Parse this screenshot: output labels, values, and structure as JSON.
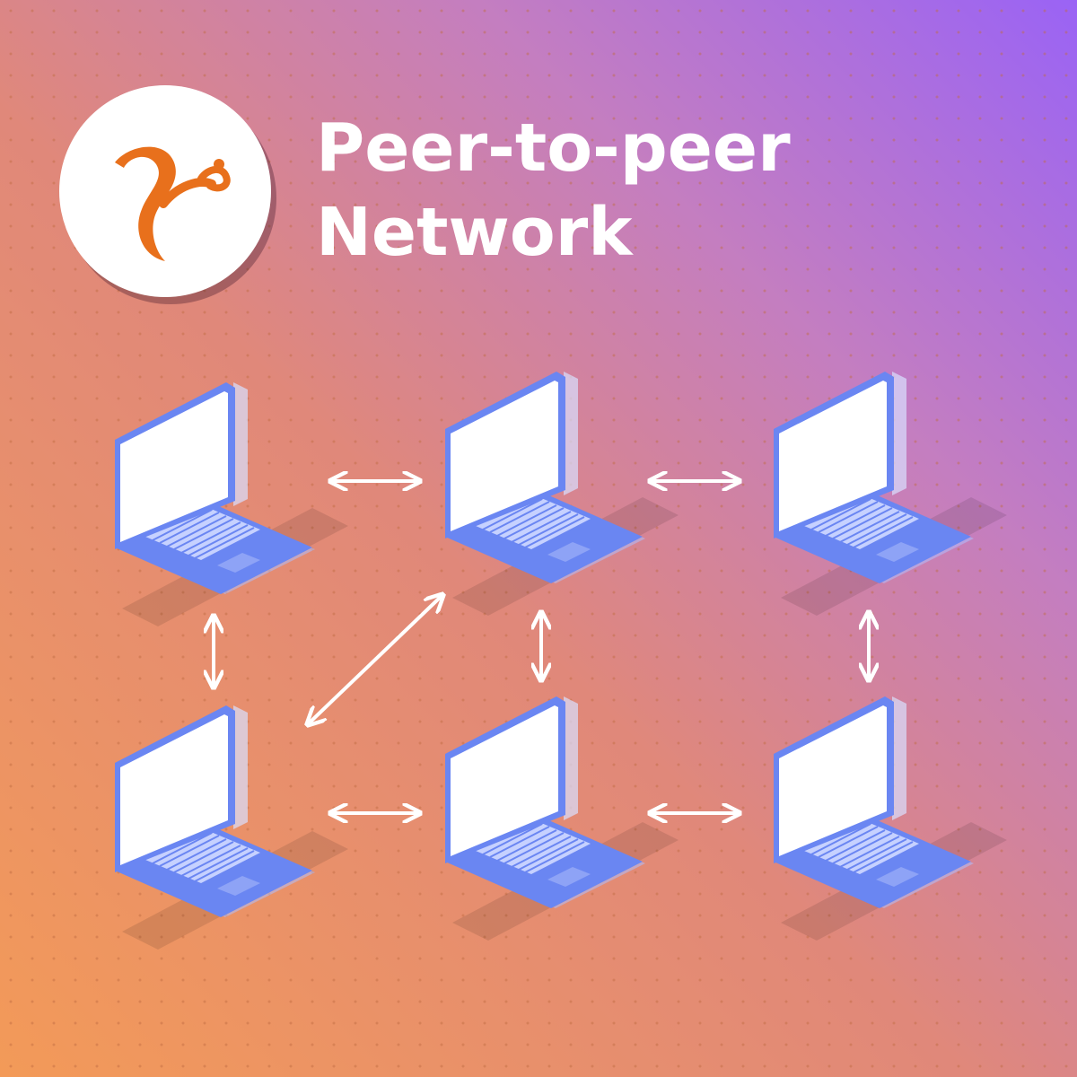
{
  "title": {
    "line1": "Peer-to-peer",
    "line2": "Network"
  },
  "logo": {
    "icon": "squirrel-logo-icon",
    "badge_color": "#ffffff",
    "mark_color": "#e8701c"
  },
  "background": {
    "gradient_from": "#f39a58",
    "gradient_to": "#9a63f5",
    "dot_color": "#c06a40"
  },
  "network": {
    "node_icon": "laptop-icon",
    "nodes": [
      "laptop-1",
      "laptop-2",
      "laptop-3",
      "laptop-4",
      "laptop-5",
      "laptop-6"
    ],
    "connections": [
      [
        "laptop-1",
        "laptop-2"
      ],
      [
        "laptop-2",
        "laptop-3"
      ],
      [
        "laptop-1",
        "laptop-4"
      ],
      [
        "laptop-2",
        "laptop-5"
      ],
      [
        "laptop-3",
        "laptop-6"
      ],
      [
        "laptop-4",
        "laptop-2"
      ],
      [
        "laptop-4",
        "laptop-5"
      ],
      [
        "laptop-5",
        "laptop-6"
      ]
    ],
    "connection_style": "bidirectional-arrow",
    "laptop_body_color": "#6a86f2",
    "laptop_screen_color": "#ffffff",
    "arrow_color": "#ffffff"
  }
}
